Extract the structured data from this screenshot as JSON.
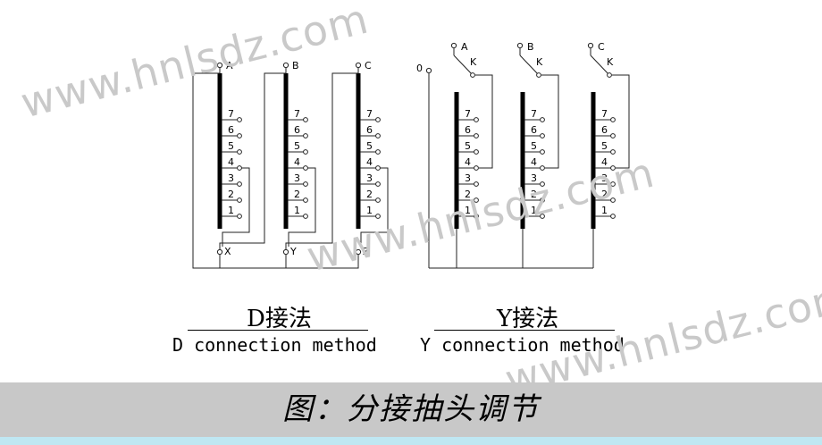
{
  "watermark": "www.hnlsdz.com",
  "diagram": {
    "tap_numbers": [
      "7",
      "6",
      "5",
      "4",
      "3",
      "2",
      "1"
    ],
    "d": {
      "phases": [
        "A",
        "B",
        "C"
      ],
      "ends": [
        "X",
        "Y",
        "Z"
      ],
      "title_cn": "D接法",
      "title_en": "D connection method"
    },
    "y": {
      "phases": [
        "A",
        "B",
        "C"
      ],
      "tap_label": "K",
      "neutral_label": "0",
      "title_cn": "Y接法",
      "title_en": "Y connection method"
    }
  },
  "caption": "图：分接抽头调节",
  "colors": {
    "caption_bg": "#c8c8c8",
    "bottom_strip": "#bfe7f2",
    "watermark": "#c9c9c9"
  }
}
